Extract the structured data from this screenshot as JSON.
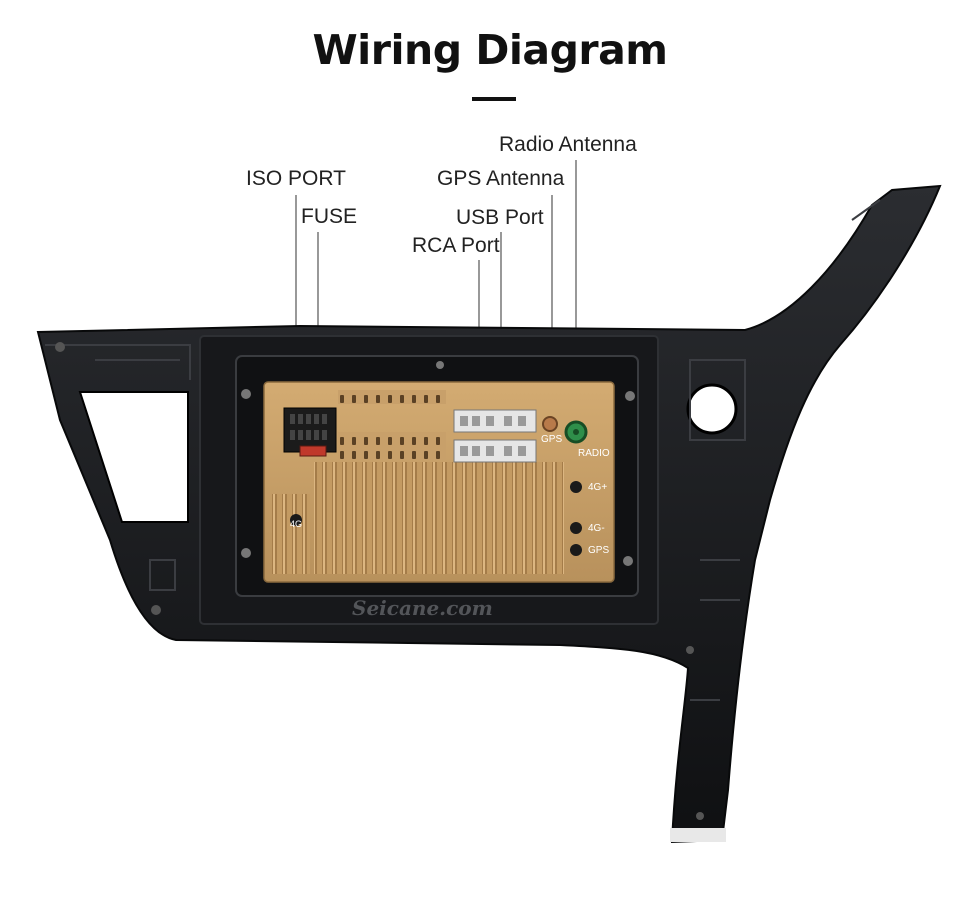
{
  "title": "Wiring Diagram",
  "labels": {
    "iso_port": "ISO PORT",
    "fuse": "FUSE",
    "gps_antenna": "GPS  Antenna",
    "radio_antenna": "Radio Antenna",
    "usb_port": "USB Port",
    "rca_port": "RCA Port"
  },
  "connector_labels": {
    "gps": "GPS",
    "radio": "RADIO",
    "fourg_plus": "4G+",
    "fourg_minus": "4G-",
    "gps_bottom": "GPS",
    "fourg_left": "4G"
  },
  "watermark": "Seicane.com",
  "colors": {
    "frame": "#1a1b1e",
    "board": "#c99f67",
    "board_dark": "#8a6a3e",
    "radio_connector": "#2f8f4a"
  }
}
